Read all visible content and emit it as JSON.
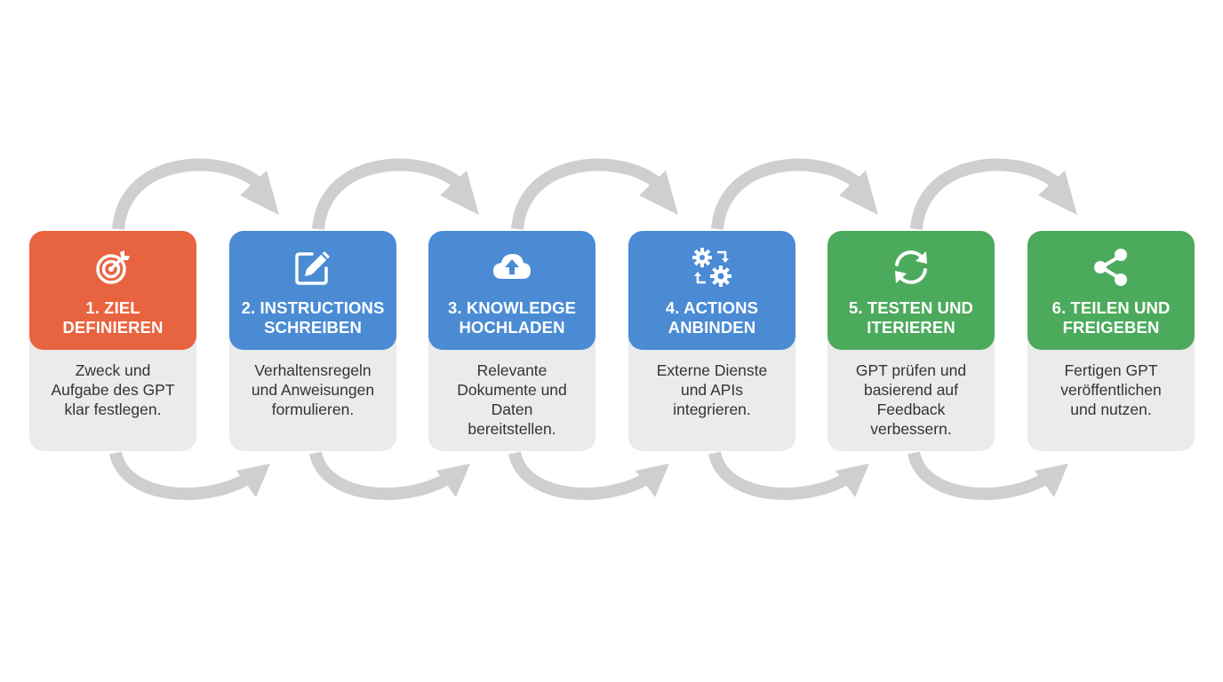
{
  "colors": {
    "orange": "#e8633f",
    "blue": "#4a8bd4",
    "green": "#4caa5c",
    "card": "#ebebeb",
    "arrow": "#cfcfcf"
  },
  "steps": [
    {
      "title": "1. ZIEL\nDEFINIEREN",
      "description": "Zweck und\nAufgabe des GPT\nklar festlegen.",
      "icon": "target-icon",
      "color": "orange"
    },
    {
      "title": "2. INSTRUCTIONS\nSCHREIBEN",
      "description": "Verhaltensregeln\nund Anweisungen\nformulieren.",
      "icon": "edit-icon",
      "color": "blue"
    },
    {
      "title": "3. KNOWLEDGE\nHOCHLADEN",
      "description": "Relevante\nDokumente und\nDaten\nbereitstellen.",
      "icon": "cloud-upload-icon",
      "color": "blue"
    },
    {
      "title": "4. ACTIONS\nANBINDEN",
      "description": "Externe Dienste\nund APIs\nintegrieren.",
      "icon": "gears-icon",
      "color": "blue"
    },
    {
      "title": "5. TESTEN UND\nITERIEREN",
      "description": "GPT prüfen und\nbasierend auf\nFeedback\nverbessern.",
      "icon": "refresh-icon",
      "color": "green"
    },
    {
      "title": "6. TEILEN UND\nFREIGEBEN",
      "description": "Fertigen GPT\nveröffentlichen\nund nutzen.",
      "icon": "share-icon",
      "color": "green"
    }
  ]
}
